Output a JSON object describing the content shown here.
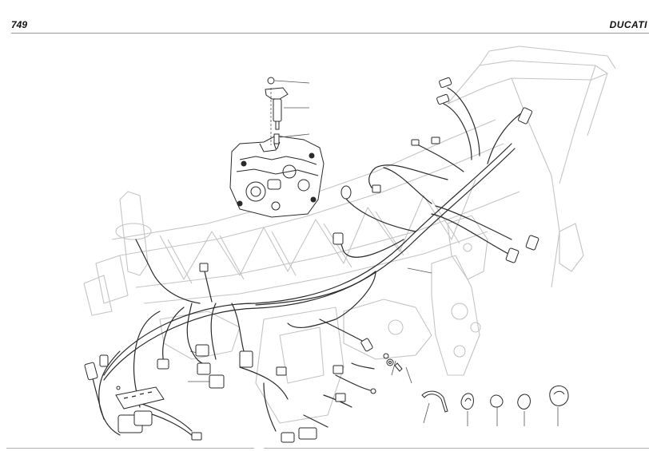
{
  "header": {
    "page_number": "749",
    "brand": "DUCATI"
  },
  "colors": {
    "ink": "#2a2a2a",
    "frame_ghost": "#c8c8c8",
    "rule": "#9a9a9a"
  },
  "diagram": {
    "subject": "wiring-harness-exploded-view",
    "icons": [
      "ignition-coil-icon",
      "spark-plug-icon",
      "cylinder-head-icon",
      "frame-icon",
      "wiring-harness-icon",
      "relay-icon",
      "fuse-box-icon",
      "connector-icon",
      "cable-clip-icon",
      "screw-icon"
    ]
  }
}
